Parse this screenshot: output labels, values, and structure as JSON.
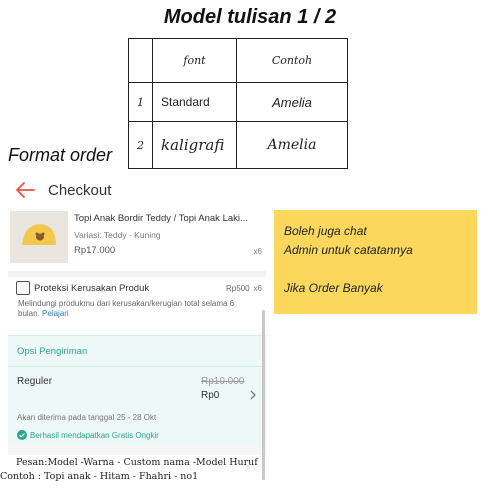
{
  "heading": {
    "title": "Model tulisan 1 / 2"
  },
  "font_table": {
    "headers": {
      "font": "font",
      "example": "Contoh"
    },
    "rows": [
      {
        "no": "1",
        "font": "Standard",
        "example": "Amelia"
      },
      {
        "no": "2",
        "font": "kaligrafi",
        "example": "Amelia"
      }
    ]
  },
  "section_label": "Format order",
  "checkout": {
    "title": "Checkout",
    "back_icon": "arrow-left-icon",
    "accent_color": "#e8533f",
    "product": {
      "name": "Topi Anak Bordir Teddy / Topi Anak Laki...",
      "variant": "Variasi: Teddy - Kuning",
      "price": "Rp17.000",
      "qty": "x6",
      "thumb_icon": "yellow-cap-icon"
    },
    "protection": {
      "name": "Proteksi Kerusakan Produk",
      "price": "Rp500",
      "qty": "x6",
      "description": "Melindungi produkmu dari kerusakan/kerugian total selama 6 bulan. ",
      "link": "Pelajari"
    },
    "shipping": {
      "title": "Opsi Pengiriman",
      "method": "Reguler",
      "old_price": "Rp10.000",
      "new_price": "Rp0",
      "eta": "Akan diterima pada tanggal 25 - 28 Okt",
      "free_text": "Berhasil mendapatkan Gratis Ongkir",
      "accent_color": "#2aa58e"
    }
  },
  "note": {
    "lines": [
      "Boleh juga chat",
      "Admin untuk catatannya",
      "",
      "Jika Order Banyak"
    ],
    "bg_color": "#fbd85c"
  },
  "instructions": {
    "pesan": "Pesan:Model -Warna - Custom nama -Model Huruf",
    "contoh": "Contoh : Topi anak - Hitam - Fhahri - no1"
  }
}
